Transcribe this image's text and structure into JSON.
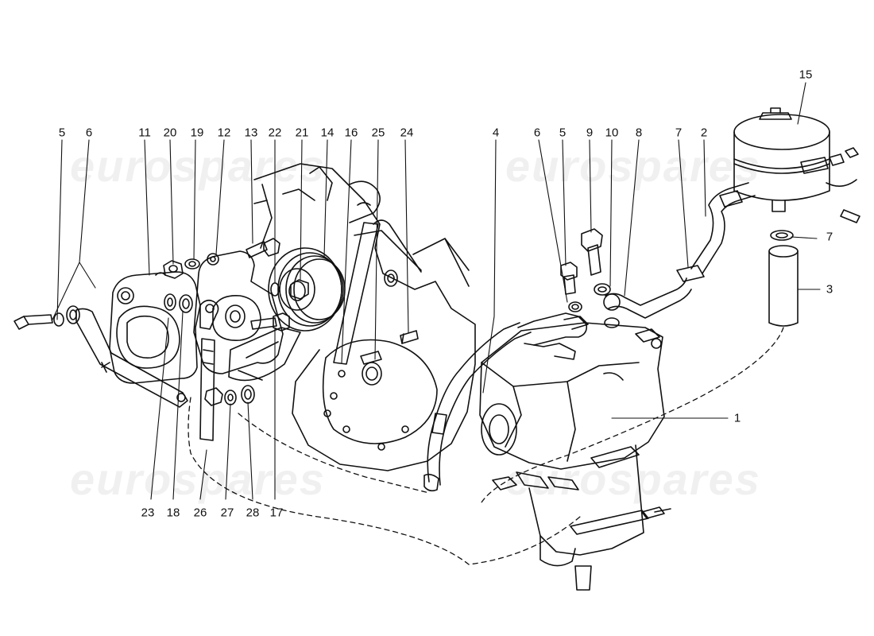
{
  "watermark": "eurospares",
  "callouts": {
    "c1": "1",
    "c2": "2",
    "c3": "3",
    "c4": "4",
    "c5a": "5",
    "c5b": "5",
    "c6a": "6",
    "c6b": "6",
    "c7a": "7",
    "c7b": "7",
    "c8": "8",
    "c9": "9",
    "c10": "10",
    "c11": "11",
    "c12": "12",
    "c13": "13",
    "c14": "14",
    "c15": "15",
    "c16": "16",
    "c17": "17",
    "c18": "18",
    "c19": "19",
    "c20": "20",
    "c21": "21",
    "c22": "22",
    "c23": "23",
    "c24": "24",
    "c25": "25",
    "c26": "26",
    "c27": "27",
    "c28": "28"
  },
  "colors": {
    "ink": "#111111",
    "watermark": "#e6e6e6"
  }
}
